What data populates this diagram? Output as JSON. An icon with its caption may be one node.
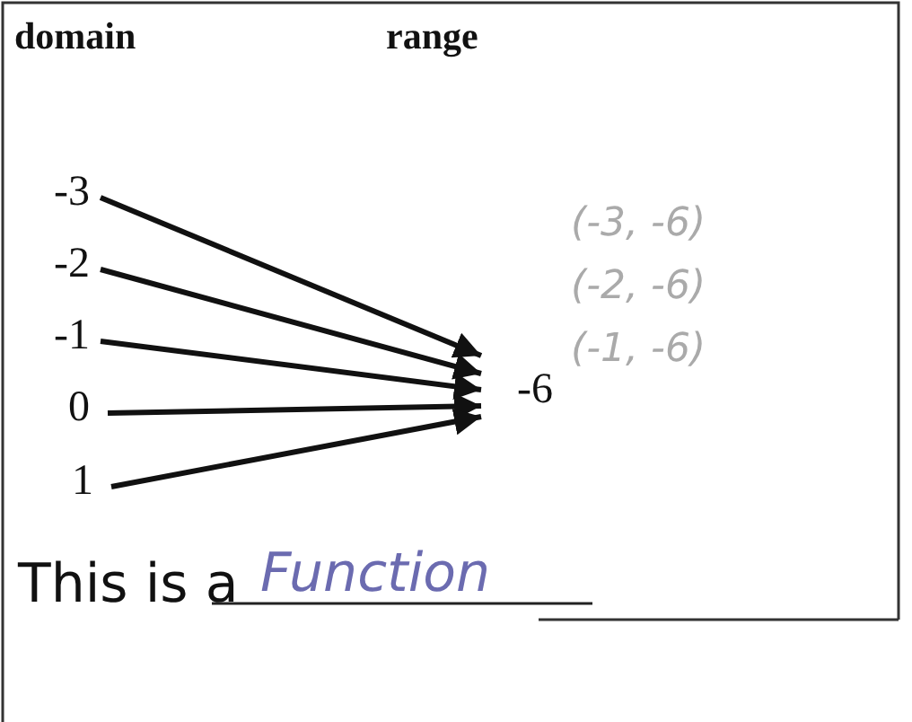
{
  "diagram": {
    "nodes": [
      {
        "text": [
          "-3"
        ]
      },
      {
        "text": [
          "-2"
        ]
      },
      {
        "text": [
          "-1"
        ]
      },
      {
        "text": [
          "0"
        ]
      },
      {
        "text": [
          "1"
        ]
      },
      {
        "text": [
          "-6"
        ]
      }
    ],
    "edges": [
      {
        "from": 0,
        "to": 5,
        "arrow": "to"
      },
      {
        "from": 1,
        "to": 5,
        "arrow": "to"
      },
      {
        "from": 2,
        "to": 5,
        "arrow": "to"
      },
      {
        "from": 3,
        "to": 5,
        "arrow": "to"
      },
      {
        "from": 4,
        "to": 5,
        "arrow": "to"
      }
    ],
    "labels": [
      "domain",
      "range",
      "(-3, -6)",
      "(-2, -6)",
      "(-1, -6)",
      "This is a",
      "Function"
    ]
  }
}
